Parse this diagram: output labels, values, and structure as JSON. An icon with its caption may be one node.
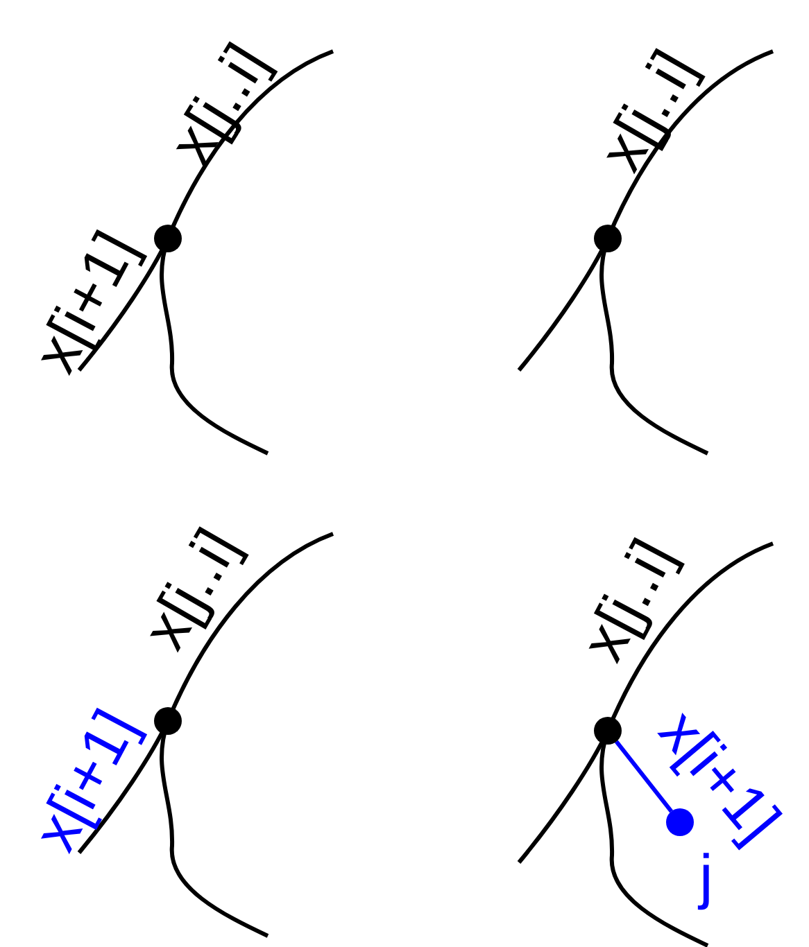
{
  "diagram": {
    "nodes": [
      {
        "text": [],
        "shape": "circle"
      },
      {
        "text": [],
        "shape": "circle"
      },
      {
        "text": [],
        "shape": "circle"
      },
      {
        "text": [],
        "shape": "circle"
      },
      {
        "text": [],
        "shape": "circle",
        "beside": [
          "j"
        ]
      }
    ],
    "edges": [
      {
        "from": 3,
        "to": 4,
        "arrow": "none",
        "label": "x[i+1]",
        "color": "#0000ff"
      }
    ],
    "labels": [
      "x[i+1]",
      "x[j..i]",
      "x[j..i]",
      "x[i+1]",
      "x[j..i]",
      "x[j..i]"
    ]
  }
}
